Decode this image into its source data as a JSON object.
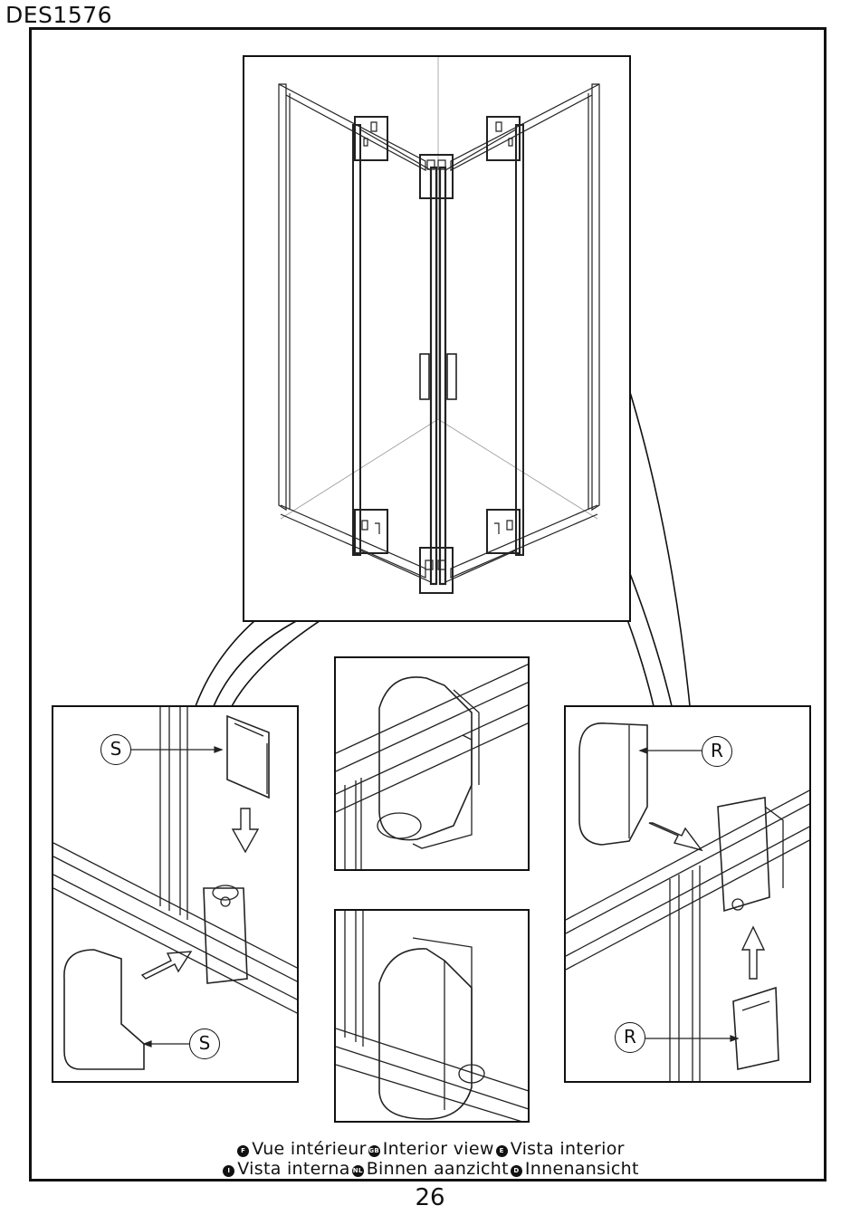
{
  "document": {
    "code": "DES1576",
    "page_number": "26"
  },
  "callouts": {
    "left_top": "S",
    "left_bottom": "S",
    "right_top": "R",
    "right_bottom": "R"
  },
  "captions": {
    "line1": [
      {
        "badge": "F",
        "text": "Vue intérieur"
      },
      {
        "badge": "GB",
        "text": "Interior view"
      },
      {
        "badge": "E",
        "text": "Vista interior"
      }
    ],
    "line2": [
      {
        "badge": "I",
        "text": "Vista interna"
      },
      {
        "badge": "NL",
        "text": "Binnen aanzicht"
      },
      {
        "badge": "D",
        "text": "Innenansicht"
      }
    ]
  },
  "icons": [
    "arrow-down-icon",
    "arrow-up-icon",
    "arrow-diagonal-icon",
    "hinge-cap-icon",
    "hinge-clip-icon"
  ]
}
